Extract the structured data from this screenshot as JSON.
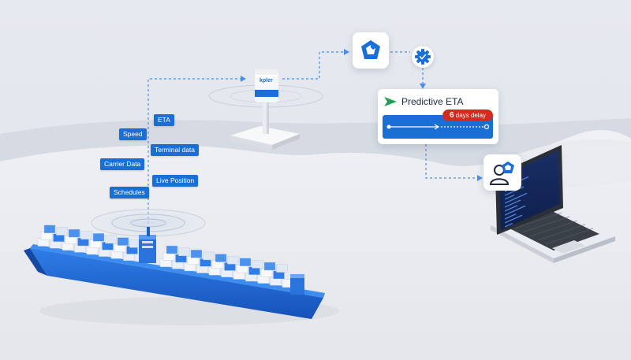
{
  "antenna": {
    "brand": "kpler"
  },
  "data_labels": {
    "eta": "ETA",
    "speed": "Speed",
    "terminal_data": "Terminal data",
    "carrier_data": "Carrier Data",
    "live_position": "Live Position",
    "schedules": "Schedules"
  },
  "eta_card": {
    "title": "Predictive ETA",
    "delay_number": "6",
    "delay_text": "days delay"
  },
  "icons": {
    "logo": "pentagon-logo-icon",
    "gear": "gear-check-icon",
    "user": "user-icon",
    "arrow": "send-arrow-icon"
  },
  "colors": {
    "accent": "#1a6fd6",
    "delay": "#d42a20",
    "arrow_green": "#1f9d55",
    "snow": "#f1f2f4",
    "sky": "#e3e7ee"
  }
}
